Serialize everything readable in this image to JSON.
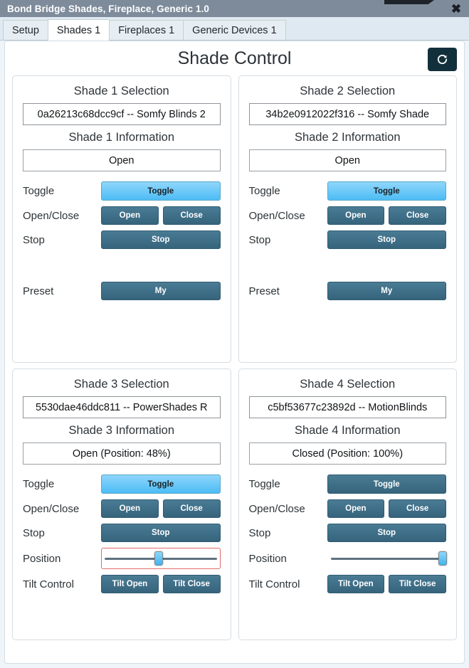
{
  "window": {
    "title": "Bond Bridge Shades, Fireplace, Generic 1.0",
    "close_icon": "close-icon",
    "titlebar_color": "#7e8b9b"
  },
  "tabs": [
    {
      "label": "Setup",
      "active": false
    },
    {
      "label": "Shades 1",
      "active": true
    },
    {
      "label": "Fireplaces 1",
      "active": false
    },
    {
      "label": "Generic Devices 1",
      "active": false
    }
  ],
  "page": {
    "title": "Shade Control",
    "refresh_icon": "refresh-icon",
    "refresh_color": "#12303c",
    "accent_button_color": "#3c6b84",
    "toggle_active_color": "#62c6f5",
    "focus_outline_color": "#e06a6a"
  },
  "labels": {
    "toggle": "Toggle",
    "open_close": "Open/Close",
    "stop": "Stop",
    "preset": "Preset",
    "position": "Position",
    "tilt_control": "Tilt Control"
  },
  "buttons": {
    "toggle": "Toggle",
    "open": "Open",
    "close": "Close",
    "stop": "Stop",
    "my": "My",
    "tilt_open": "Tilt Open",
    "tilt_close": "Tilt Close"
  },
  "shades": [
    {
      "selection_heading": "Shade 1 Selection",
      "selection_value": "0a26213c68dcc9cf -- Somfy Blinds 2",
      "information_heading": "Shade 1 Information",
      "information_value": "Open",
      "toggle_active": true,
      "has_preset": true,
      "has_position": false,
      "has_tilt": false,
      "position_percent": null,
      "position_focused": false
    },
    {
      "selection_heading": "Shade 2 Selection",
      "selection_value": "34b2e0912022f316 -- Somfy Shade",
      "information_heading": "Shade 2 Information",
      "information_value": "Open",
      "toggle_active": true,
      "has_preset": true,
      "has_position": false,
      "has_tilt": false,
      "position_percent": null,
      "position_focused": false
    },
    {
      "selection_heading": "Shade 3 Selection",
      "selection_value": "5530dae46ddc811 -- PowerShades R",
      "information_heading": "Shade 3 Information",
      "information_value": "Open (Position: 48%)",
      "toggle_active": true,
      "has_preset": false,
      "has_position": true,
      "has_tilt": true,
      "position_percent": 48,
      "position_focused": true
    },
    {
      "selection_heading": "Shade 4 Selection",
      "selection_value": "c5bf53677c23892d -- MotionBlinds",
      "information_heading": "Shade 4 Information",
      "information_value": "Closed (Position: 100%)",
      "toggle_active": false,
      "has_preset": false,
      "has_position": true,
      "has_tilt": true,
      "position_percent": 100,
      "position_focused": false
    }
  ]
}
